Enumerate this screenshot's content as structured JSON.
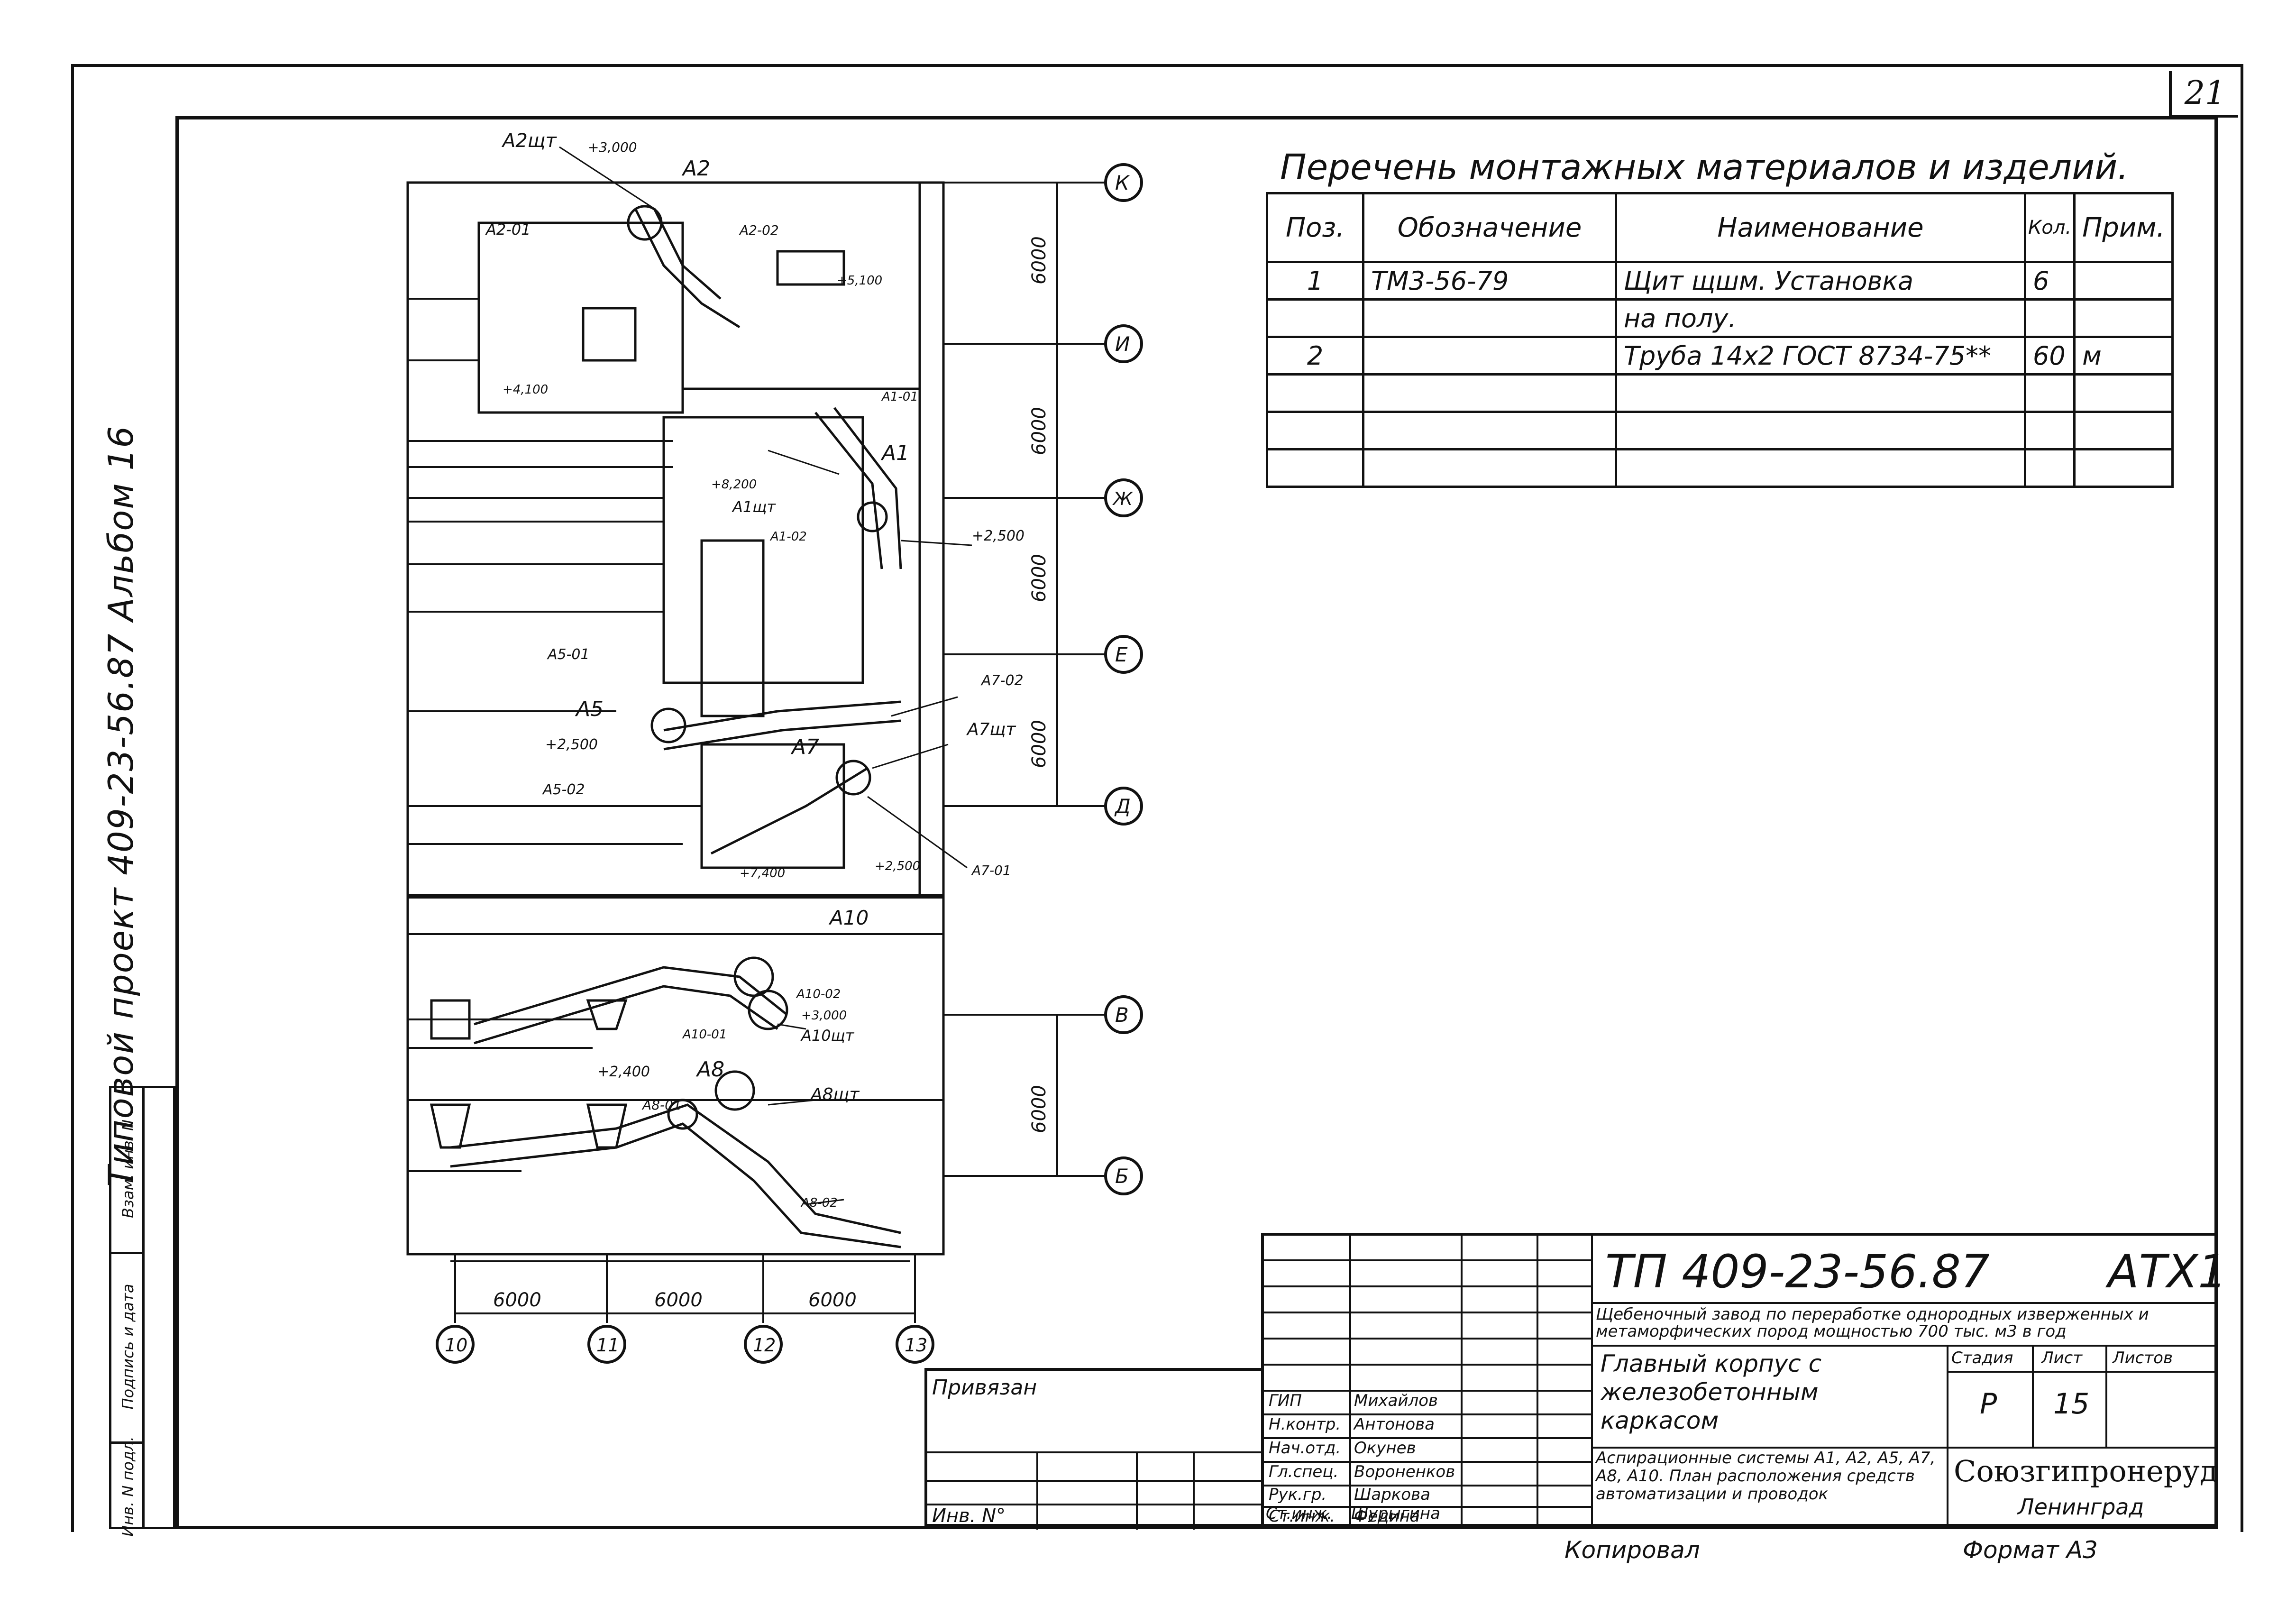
{
  "sheet_number": "21",
  "vertical_title": "Типовой проект 409-23-56.87   Альбом 16",
  "left_strip": [
    "Инв. N подл.",
    "Подпись и дата",
    "Взам. инв. N"
  ],
  "materials": {
    "title": "Перечень монтажных материалов и изделий.",
    "headers": [
      "Поз.",
      "Обозначение",
      "Наименование",
      "Кол.",
      "Прим."
    ],
    "rows": [
      {
        "pos": "1",
        "code": "ТМ3-56-79",
        "name": "Щит щшм. Установка",
        "qty": "6",
        "note": ""
      },
      {
        "pos": "",
        "code": "",
        "name": "на полу.",
        "qty": "",
        "note": ""
      },
      {
        "pos": "2",
        "code": "",
        "name": "Труба 14х2 ГОСТ 8734-75**",
        "qty": "60",
        "note": "м"
      },
      {
        "pos": "",
        "code": "",
        "name": "",
        "qty": "",
        "note": ""
      },
      {
        "pos": "",
        "code": "",
        "name": "",
        "qty": "",
        "note": ""
      },
      {
        "pos": "",
        "code": "",
        "name": "",
        "qty": "",
        "note": ""
      }
    ]
  },
  "plan": {
    "axes_letters": [
      "К",
      "И",
      "Ж",
      "Е",
      "Д",
      "В",
      "Б"
    ],
    "axes_numbers": [
      "10",
      "11",
      "12",
      "13"
    ],
    "dims_vertical": [
      "6000",
      "6000",
      "6000",
      "6000",
      "6000"
    ],
    "dims_horizontal": [
      "6000",
      "6000",
      "6000"
    ],
    "labels": {
      "a2sht": "А2щт",
      "a2": "А2",
      "el3000": "+3,000",
      "a201": "А2-01",
      "a202": "А2-02",
      "el5100": "+5,100",
      "el4100": "+4,100",
      "a1": "А1",
      "a101": "А1-01",
      "a102": "А1-02",
      "el8200": "+8,200",
      "a1sht": "А1щт",
      "el2500a": "+2,500",
      "a5": "А5",
      "a501": "А5-01",
      "a502": "А5-02",
      "el2500b": "+2,500",
      "a7": "А7",
      "a701": "А7-01",
      "a702": "А7-02",
      "a7sht": "А7щт",
      "el2500c": "+2,500",
      "el7400": "+7,400",
      "a10": "А10",
      "a1001": "А10-01",
      "a1002": "А10-02",
      "el3000b": "+3,000",
      "a10sht": "А10щт",
      "a8": "А8",
      "a801": "А8-01",
      "a802": "А8-02",
      "a8sht": "А8щт",
      "el2400": "+2,400"
    }
  },
  "title_block": {
    "doc_code": "ТП 409-23-56.87",
    "mark": "АТХ1",
    "object": "Щебеночный завод по переработке однородных изверженных и метаморфических пород мощностью 700 тыс. м3 в год",
    "building": "Главный корпус с железобетонным каркасом",
    "sheet_title": "Аспирационные системы А1, А2, А5, А7, А8, А10. План расположения средств автоматизации и проводок",
    "stage_label": "Стадия",
    "sheet_label": "Лист",
    "sheets_label": "Листов",
    "stage": "Р",
    "sheet": "15",
    "sheets": "",
    "org": "Союзгипронеруд",
    "city": "Ленинград",
    "privyazan": "Привязан",
    "inv": "Инв. N°",
    "roles": [
      {
        "role": "ГИП",
        "name": "Михайлов"
      },
      {
        "role": "Н.контр.",
        "name": "Антонова"
      },
      {
        "role": "Нач.отд.",
        "name": "Окунев"
      },
      {
        "role": "Гл.спец.",
        "name": "Вороненков"
      },
      {
        "role": "Рук.гр.",
        "name": "Шаркова"
      },
      {
        "role": "Ст.инж.",
        "name": "Федина"
      },
      {
        "role": "Ст.инж.",
        "name": "Шурыгина"
      }
    ]
  },
  "bottom": {
    "copied": "Копировал",
    "format": "Формат А3"
  }
}
